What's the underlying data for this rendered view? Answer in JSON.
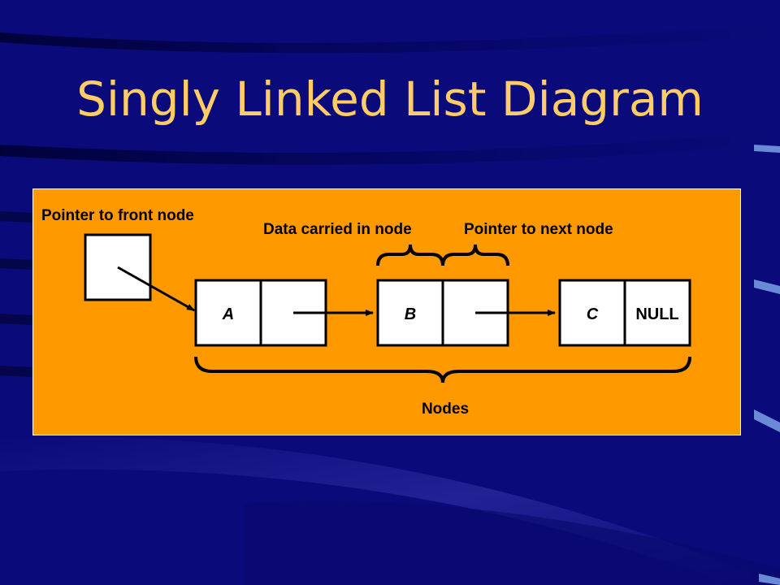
{
  "slide": {
    "title": "Singly Linked List Diagram"
  },
  "diagram": {
    "front_pointer_label": "Pointer to front node",
    "data_label": "Data carried in node",
    "next_pointer_label": "Pointer to next node",
    "nodes_label": "Nodes",
    "nodes": [
      {
        "data": "A",
        "next": ""
      },
      {
        "data": "B",
        "next": ""
      },
      {
        "data": "C",
        "next": "NULL"
      }
    ]
  },
  "colors": {
    "background": "#0a0a7a",
    "title": "#ffcc66",
    "panel": "#ff9900",
    "node_fill": "#ffffff",
    "stroke": "#000000"
  }
}
